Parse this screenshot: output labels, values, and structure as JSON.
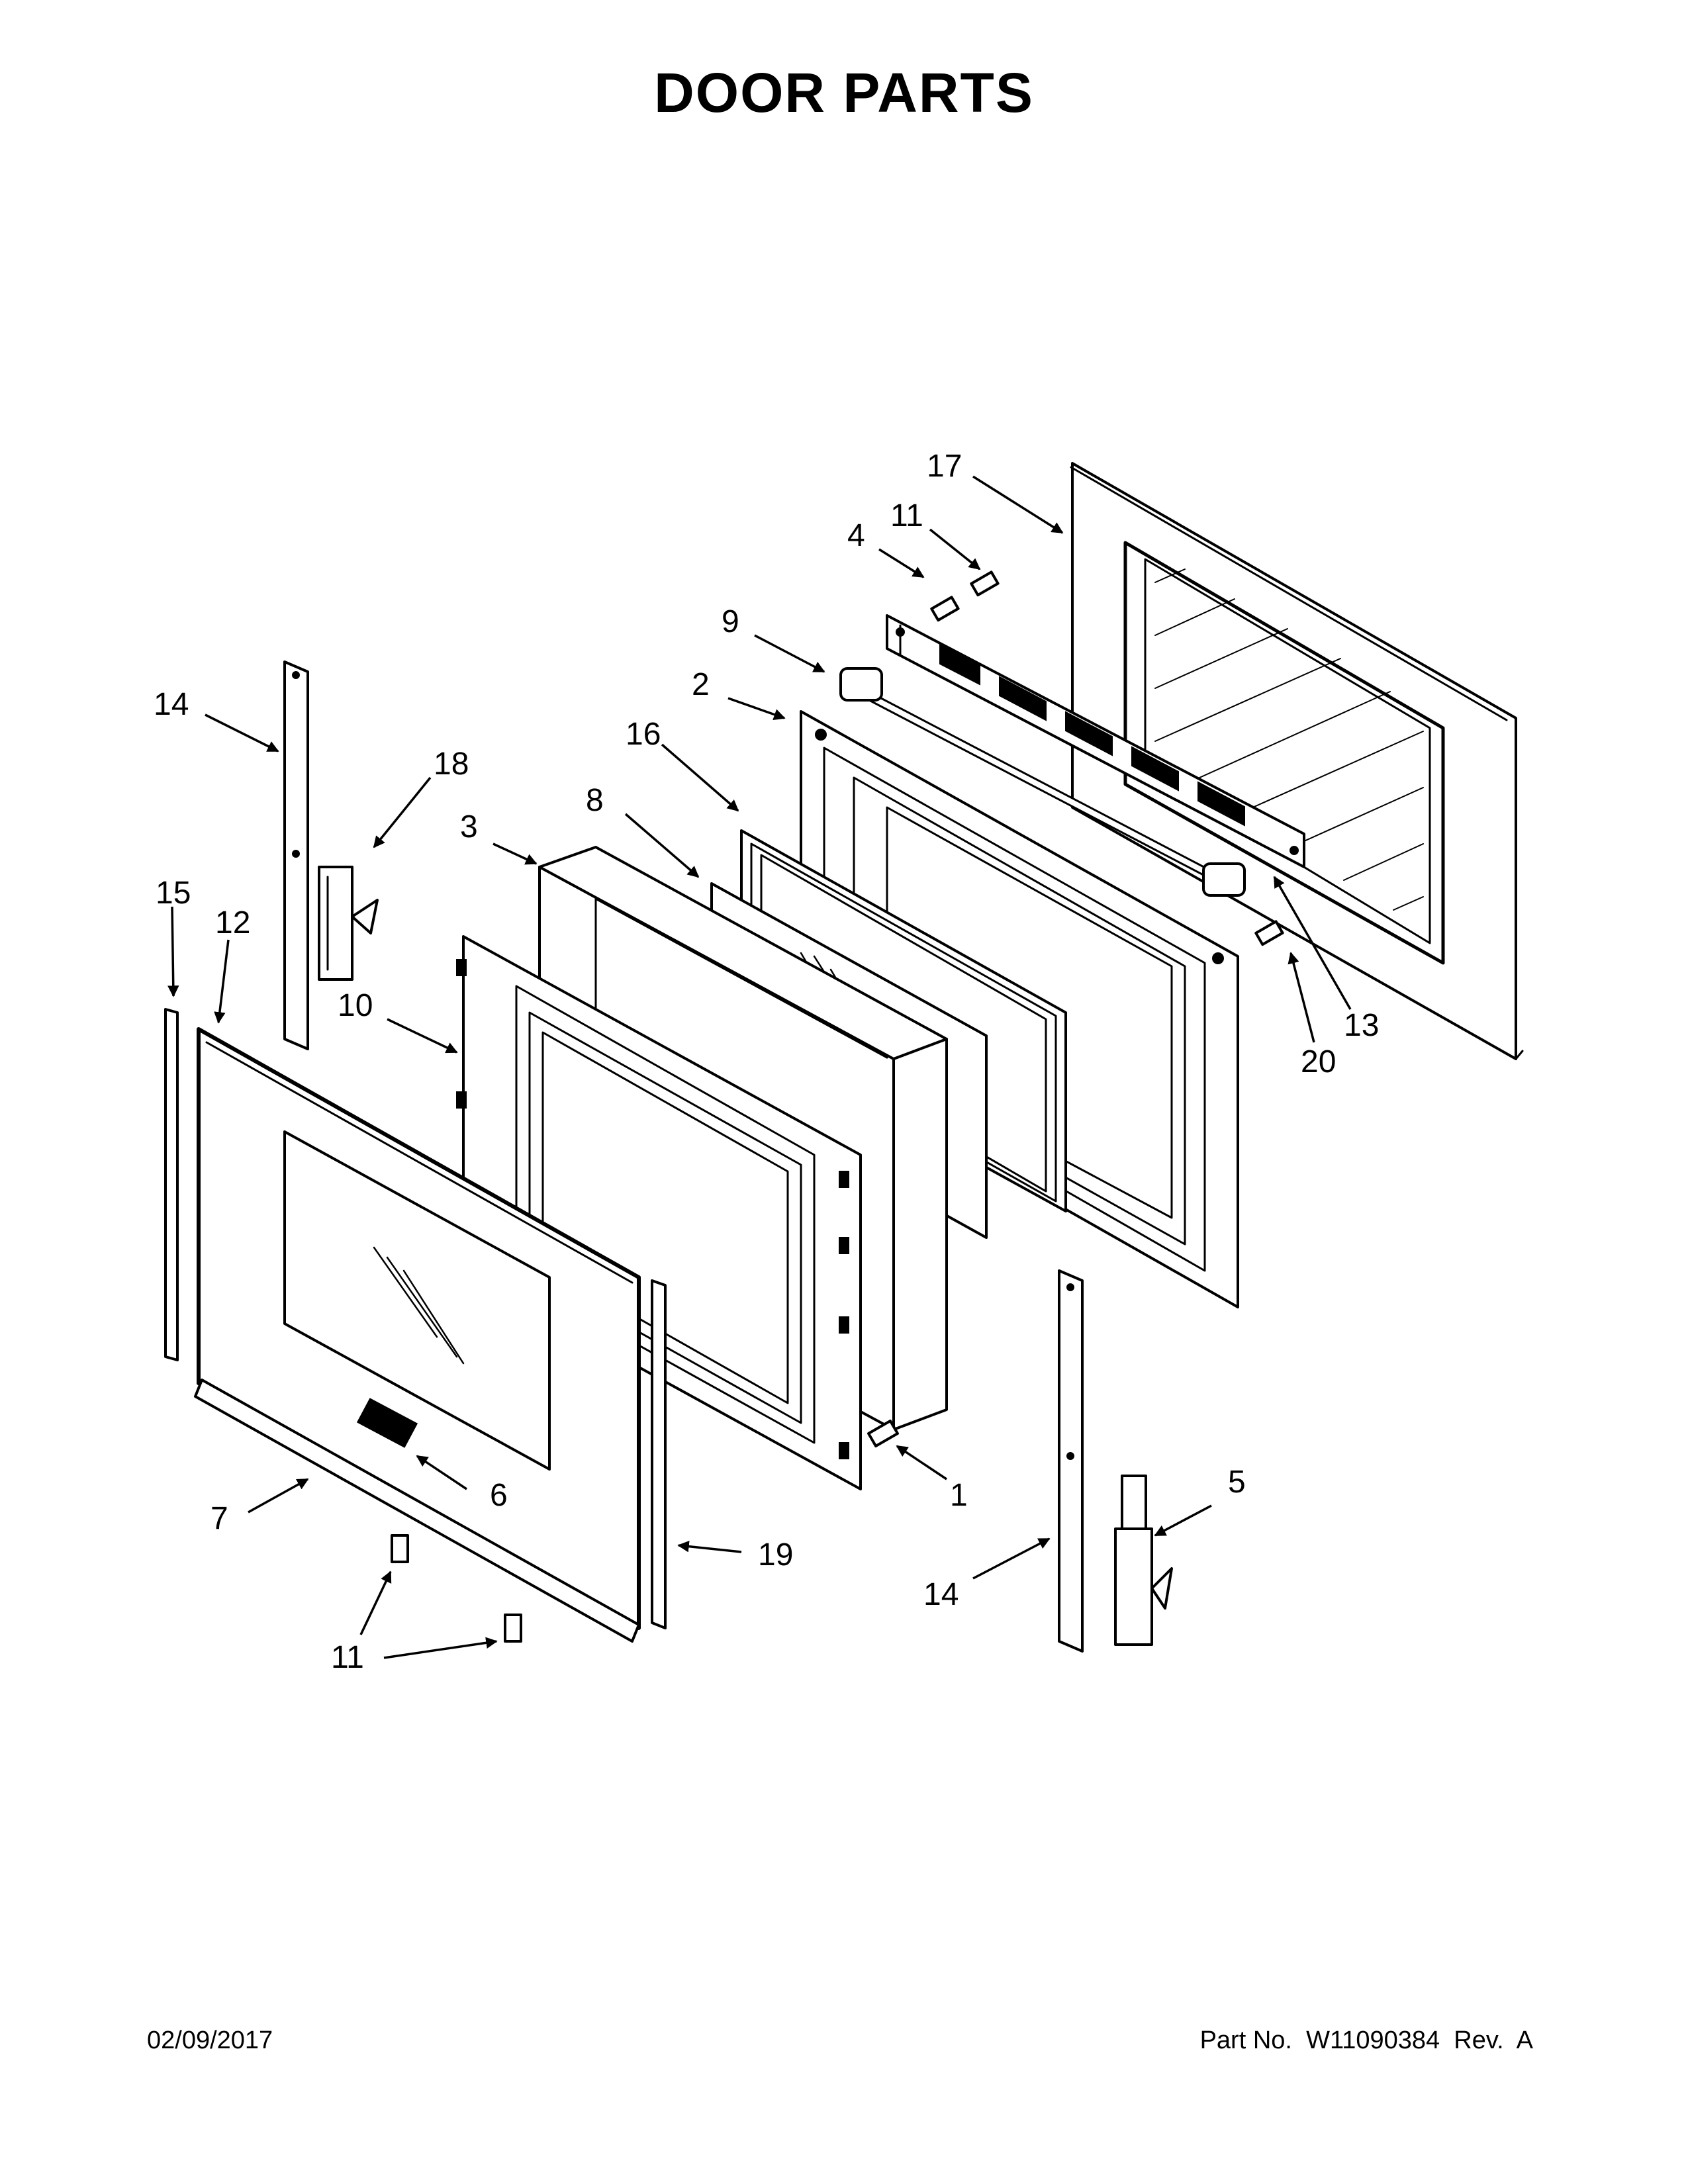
{
  "title": "DOOR PARTS",
  "footer": {
    "date": "02/09/2017",
    "part_number": "Part No.  W11090384  Rev.  A"
  },
  "callouts": [
    {
      "id": "c17",
      "label": "17"
    },
    {
      "id": "c4",
      "label": "4"
    },
    {
      "id": "c11a",
      "label": "11"
    },
    {
      "id": "c9",
      "label": "9"
    },
    {
      "id": "c2",
      "label": "2"
    },
    {
      "id": "c16",
      "label": "16"
    },
    {
      "id": "c14a",
      "label": "14"
    },
    {
      "id": "c18",
      "label": "18"
    },
    {
      "id": "c8",
      "label": "8"
    },
    {
      "id": "c3",
      "label": "3"
    },
    {
      "id": "c15",
      "label": "15"
    },
    {
      "id": "c12",
      "label": "12"
    },
    {
      "id": "c10",
      "label": "10"
    },
    {
      "id": "c13",
      "label": "13"
    },
    {
      "id": "c20",
      "label": "20"
    },
    {
      "id": "c1",
      "label": "1"
    },
    {
      "id": "c6",
      "label": "6"
    },
    {
      "id": "c7",
      "label": "7"
    },
    {
      "id": "c5",
      "label": "5"
    },
    {
      "id": "c19",
      "label": "19"
    },
    {
      "id": "c14b",
      "label": "14"
    },
    {
      "id": "c11b",
      "label": "11"
    }
  ]
}
